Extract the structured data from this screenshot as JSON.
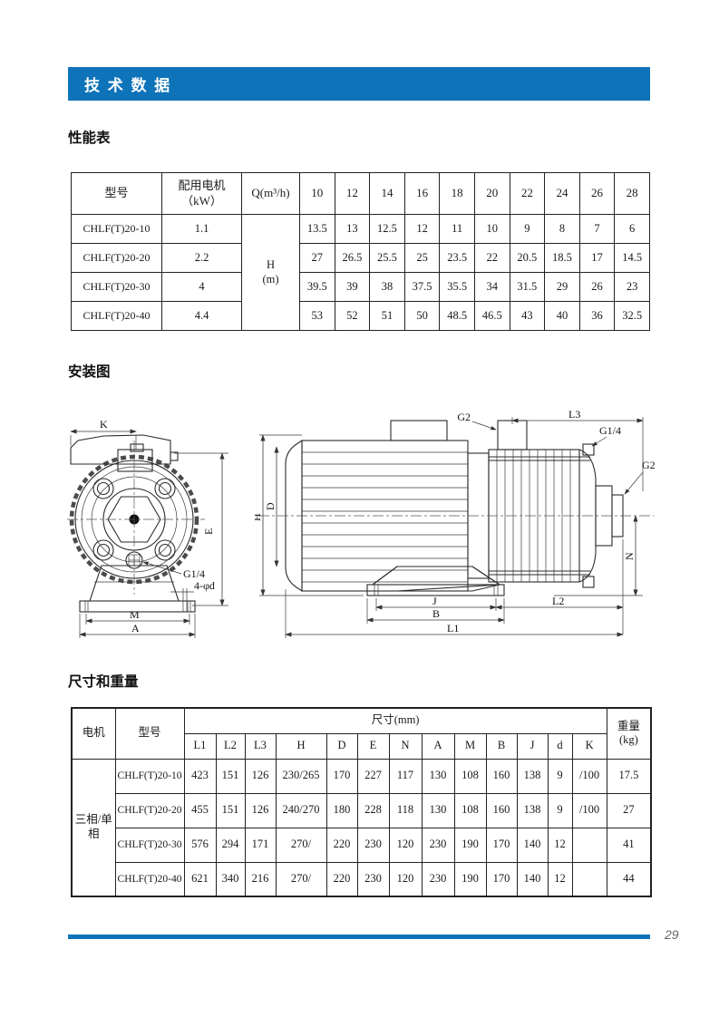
{
  "page": {
    "header_title": "技 术 数 据",
    "page_number": "29",
    "accent_color": "#0e73b8"
  },
  "performance": {
    "section_title": "性能表",
    "col_model": "型号",
    "col_motor": "配用电机\n（kW）",
    "col_q": "Q(m³/h)",
    "flow_values": [
      "10",
      "12",
      "14",
      "16",
      "18",
      "20",
      "22",
      "24",
      "26",
      "28"
    ],
    "head_unit_label": "H\n(m)",
    "rows": [
      {
        "model": "CHLF(T)20-10",
        "kw": "1.1",
        "heads": [
          "13.5",
          "13",
          "12.5",
          "12",
          "11",
          "10",
          "9",
          "8",
          "7",
          "6"
        ]
      },
      {
        "model": "CHLF(T)20-20",
        "kw": "2.2",
        "heads": [
          "27",
          "26.5",
          "25.5",
          "25",
          "23.5",
          "22",
          "20.5",
          "18.5",
          "17",
          "14.5"
        ]
      },
      {
        "model": "CHLF(T)20-30",
        "kw": "4",
        "heads": [
          "39.5",
          "39",
          "38",
          "37.5",
          "35.5",
          "34",
          "31.5",
          "29",
          "26",
          "23"
        ]
      },
      {
        "model": "CHLF(T)20-40",
        "kw": "4.4",
        "heads": [
          "53",
          "52",
          "51",
          "50",
          "48.5",
          "46.5",
          "43",
          "40",
          "36",
          "32.5"
        ]
      }
    ]
  },
  "installation": {
    "section_title": "安装图",
    "front_labels": {
      "k": "K",
      "e": "E",
      "g14": "G1/4",
      "bolt_holes": "4-φd",
      "m": "M",
      "a": "A"
    },
    "side_labels": {
      "h": "H",
      "d": "D",
      "g2_top": "G2",
      "l3": "L3",
      "g14": "G1/4",
      "g2_right": "G2",
      "n": "N",
      "j": "J",
      "b": "B",
      "l2": "L2",
      "l1": "L1"
    }
  },
  "dimensions": {
    "section_title": "尺寸和重量",
    "col_motor": "电机",
    "col_model": "型号",
    "col_dims": "尺寸(mm)",
    "col_weight": "重量\n(kg)",
    "dim_headers": [
      "L1",
      "L2",
      "L3",
      "H",
      "D",
      "E",
      "N",
      "A",
      "M",
      "B",
      "J",
      "d",
      "K"
    ],
    "motor_type": "三相/单相",
    "rows": [
      {
        "model": "CHLF(T)20-10",
        "values": [
          "423",
          "151",
          "126",
          "230/265",
          "170",
          "227",
          "117",
          "130",
          "108",
          "160",
          "138",
          "9",
          "/100"
        ],
        "weight": "17.5"
      },
      {
        "model": "CHLF(T)20-20",
        "values": [
          "455",
          "151",
          "126",
          "240/270",
          "180",
          "228",
          "118",
          "130",
          "108",
          "160",
          "138",
          "9",
          "/100"
        ],
        "weight": "27"
      },
      {
        "model": "CHLF(T)20-30",
        "values": [
          "576",
          "294",
          "171",
          "270/",
          "220",
          "230",
          "120",
          "230",
          "190",
          "170",
          "140",
          "12",
          ""
        ],
        "weight": "41"
      },
      {
        "model": "CHLF(T)20-40",
        "values": [
          "621",
          "340",
          "216",
          "270/",
          "220",
          "230",
          "120",
          "230",
          "190",
          "170",
          "140",
          "12",
          ""
        ],
        "weight": "44"
      }
    ]
  }
}
